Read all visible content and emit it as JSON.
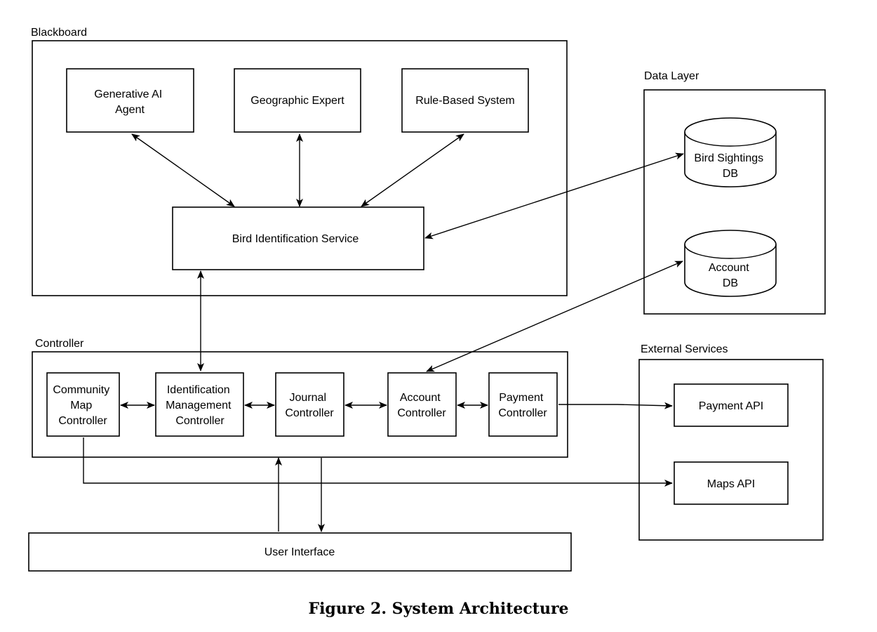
{
  "groups": {
    "blackboard": "Blackboard",
    "data_layer": "Data Layer",
    "controller": "Controller",
    "external_services": "External Services"
  },
  "nodes": {
    "genai": [
      "Generative AI",
      "Agent"
    ],
    "geo": [
      "Geographic Expert"
    ],
    "rule": [
      "Rule-Based System"
    ],
    "bis": [
      "Bird Identification Service"
    ],
    "bird_db": [
      "Bird Sightings",
      "DB"
    ],
    "account_db": [
      "Account",
      "DB"
    ],
    "community": [
      "Community",
      "Map",
      "Controller"
    ],
    "idm": [
      "Identification",
      "Management",
      "Controller"
    ],
    "journal": [
      "Journal",
      "Controller"
    ],
    "account_ctrl": [
      "Account",
      "Controller"
    ],
    "payment_ctrl": [
      "Payment",
      "Controller"
    ],
    "payment_api": [
      "Payment API"
    ],
    "maps_api": [
      "Maps API"
    ],
    "ui": [
      "User Interface"
    ]
  },
  "caption": "Figure 2. System Architecture"
}
